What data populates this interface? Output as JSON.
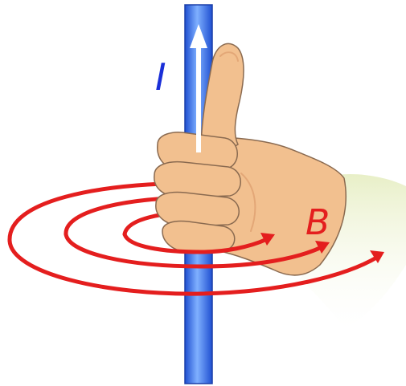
{
  "labels": {
    "current": "I",
    "field": "B"
  },
  "colors": {
    "wire_dark": "#1f4fd1",
    "wire_mid": "#3d78ea",
    "wire_light": "#7fb0ff",
    "current_arrow": "#ffffff",
    "current_label": "#1a2fd8",
    "field_lines": "#e41e1e",
    "field_label": "#e41e1e",
    "skin": "#f2c08f",
    "skin_shadow": "#e3a777",
    "skin_outline": "#8a6a50",
    "sleeve": "#dfe9b6"
  },
  "icons": {
    "wire": "vertical-conductor",
    "hand": "right-hand-thumb-up",
    "field": "concentric-field-loops"
  }
}
